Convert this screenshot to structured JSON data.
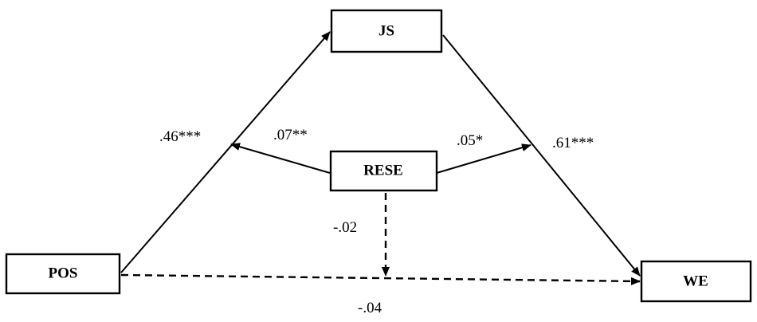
{
  "nodes": {
    "js": "JS",
    "rese": "RESE",
    "pos": "POS",
    "we": "WE"
  },
  "coefficients": {
    "pos_to_js": ".46***",
    "rese_to_pos_js": ".07**",
    "rese_to_js_we": ".05*",
    "js_to_we": ".61***",
    "rese_to_pos_we": "-.02",
    "pos_to_we": "-.04"
  },
  "colors": {
    "line": "#000000",
    "box_fill": "#ffffff"
  }
}
